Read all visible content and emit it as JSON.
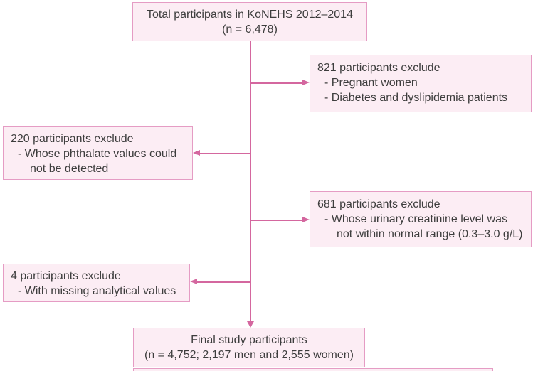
{
  "colors": {
    "box_fill": "#fcedf4",
    "box_border": "#e59cc4",
    "arrow": "#d4679f",
    "text": "#3d3d3d"
  },
  "boxes": {
    "total": {
      "lines": [
        "Total participants in KoNEHS 2012–2014",
        "(n = 6,478)"
      ]
    },
    "exclude_821": {
      "lines": [
        "821 participants exclude",
        "- Pregnant women",
        "- Diabetes and dyslipidemia patients"
      ]
    },
    "exclude_220": {
      "lines": [
        "220 participants exclude",
        "- Whose phthalate values could",
        "not be detected"
      ]
    },
    "exclude_681": {
      "lines": [
        "681 participants exclude",
        "- Whose urinary creatinine level was",
        "not within normal range (0.3–3.0 g/L)"
      ]
    },
    "exclude_4": {
      "lines": [
        "4 participants exclude",
        "- With missing analytical values"
      ]
    },
    "final": {
      "lines": [
        "Final study participants",
        "(n = 4,752; 2,197 men and 2,555 women)"
      ]
    }
  }
}
